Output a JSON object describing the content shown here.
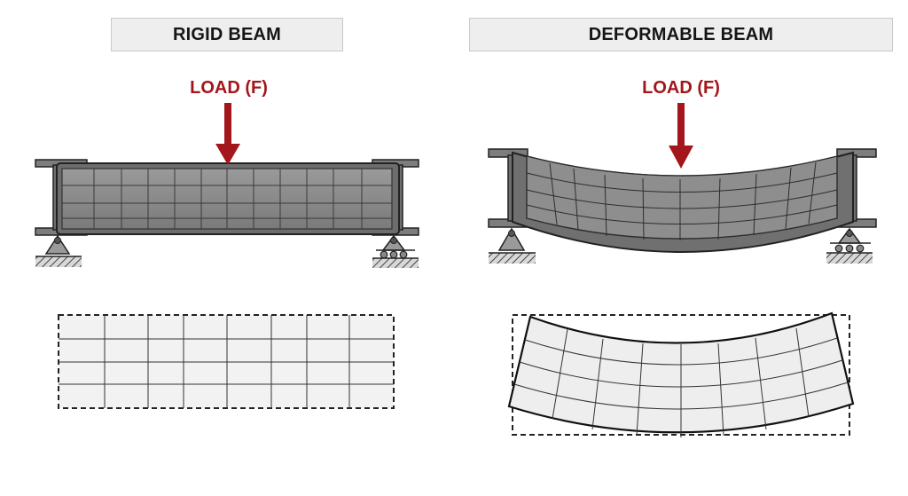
{
  "panels": {
    "rigid": {
      "title": "RIGID BEAM",
      "load_label": "LOAD (F)"
    },
    "deformable": {
      "title": "DEFORMABLE BEAM",
      "load_label": "LOAD (F)"
    }
  },
  "colors": {
    "load_arrow": "#a3161b",
    "beam_fill": "#8a8a8a",
    "beam_dark": "#555555",
    "grid_fill": "#ececec",
    "outline": "#222222",
    "hatch": "#444444",
    "title_bg": "#eeeeee"
  },
  "icons": {
    "support_left": "pin-support-icon",
    "support_right": "roller-support-icon",
    "arrow": "down-arrow-icon"
  }
}
